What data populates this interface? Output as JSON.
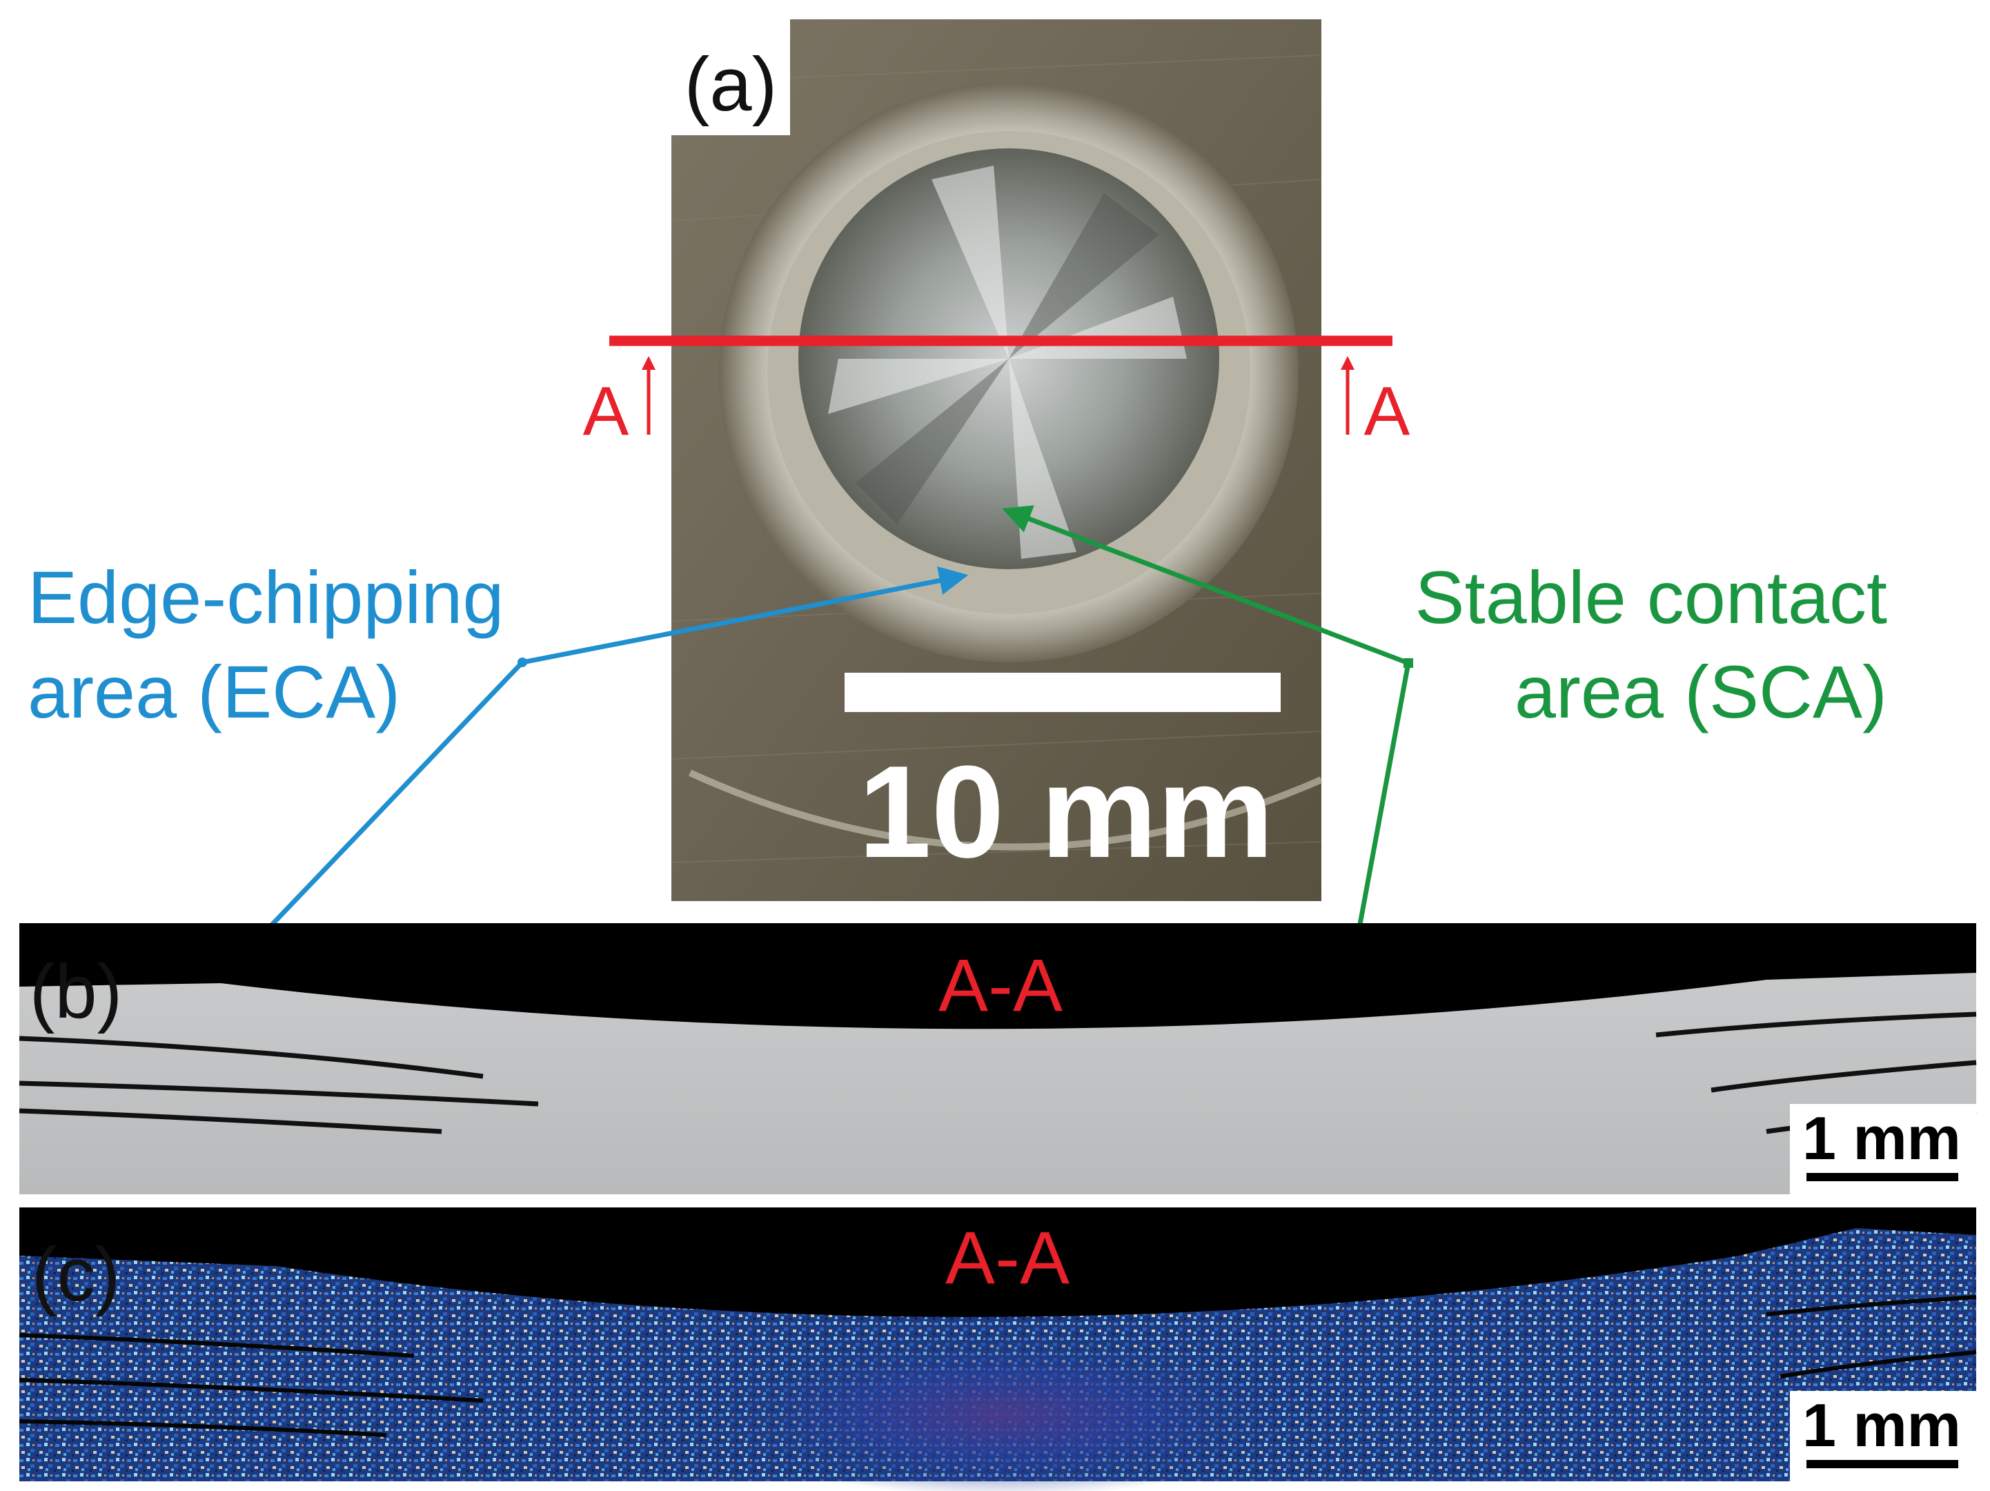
{
  "panels": {
    "a": {
      "label": "(a)",
      "scale_bar": "10 mm",
      "section_left": "A",
      "section_right": "A"
    },
    "b": {
      "label": "(b)",
      "section": "A-A",
      "scale_bar": "1 mm"
    },
    "c": {
      "label": "(c)",
      "section": "A-A",
      "scale_bar": "1 mm"
    }
  },
  "annotations": {
    "eca": {
      "line1": "Edge-chipping",
      "line2": "area (ECA)",
      "color": "#1f8fd0"
    },
    "sca": {
      "line1": "Stable contact",
      "line2": "area (SCA)",
      "color": "#1a9640"
    }
  },
  "colors": {
    "section_line": "#e8212a"
  }
}
